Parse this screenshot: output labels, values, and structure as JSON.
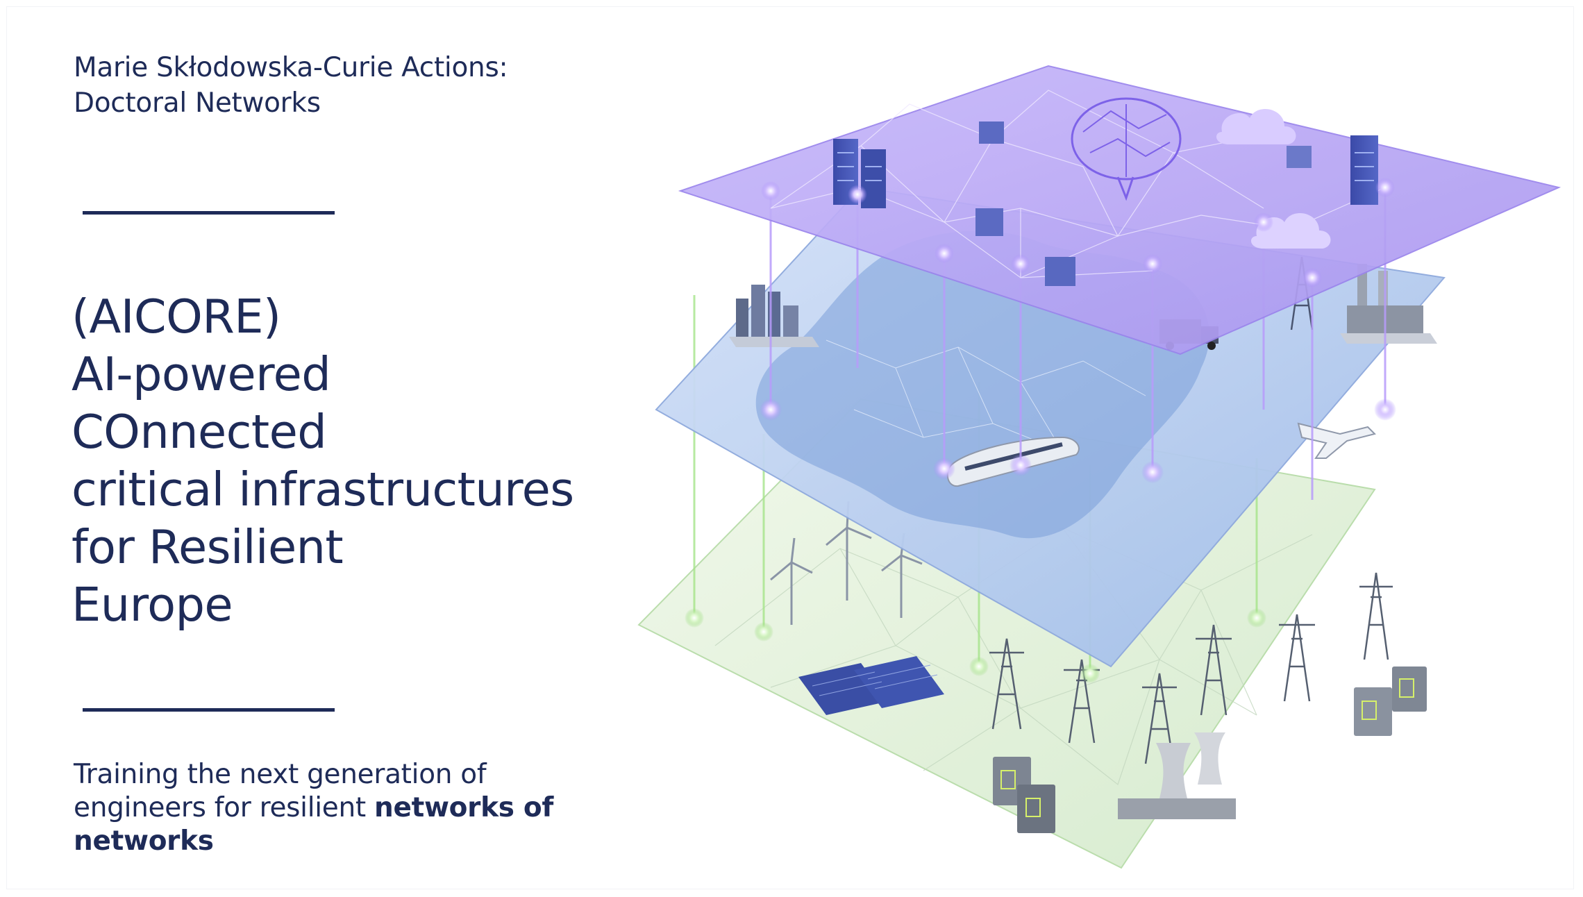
{
  "program": {
    "line1": "Marie Skłodowska-Curie Actions:",
    "line2": "Doctoral Networks"
  },
  "title": {
    "line1": "(AICORE)",
    "line2": "AI-powered",
    "line3": "COnnected",
    "line4": "critical infrastructures",
    "line5": "for Resilient",
    "line6": "Europe"
  },
  "tagline": {
    "line1": "Training the next generation of",
    "line2_regular": "engineers for resilient ",
    "line2_bold": "networks of",
    "line3_bold": "networks"
  },
  "colors": {
    "text": "#1e2b58",
    "ai_layer": "#b9a8f3",
    "transport_layer": "#a9c3ee",
    "energy_layer": "#dcefd5",
    "link_purple": "#a78bfa",
    "link_green": "#9be07a"
  },
  "illustration": {
    "layers": [
      "ai-cloud-layer",
      "transport-map-layer",
      "energy-grid-layer"
    ],
    "icons": [
      "server-icon",
      "brain-icon",
      "cloud-icon",
      "city-icon",
      "cell-tower-icon",
      "factory-icon",
      "truck-icon",
      "train-icon",
      "airplane-icon",
      "wind-turbine-icon",
      "solar-panel-icon",
      "pylon-icon",
      "battery-icon",
      "cooling-tower-icon"
    ]
  }
}
